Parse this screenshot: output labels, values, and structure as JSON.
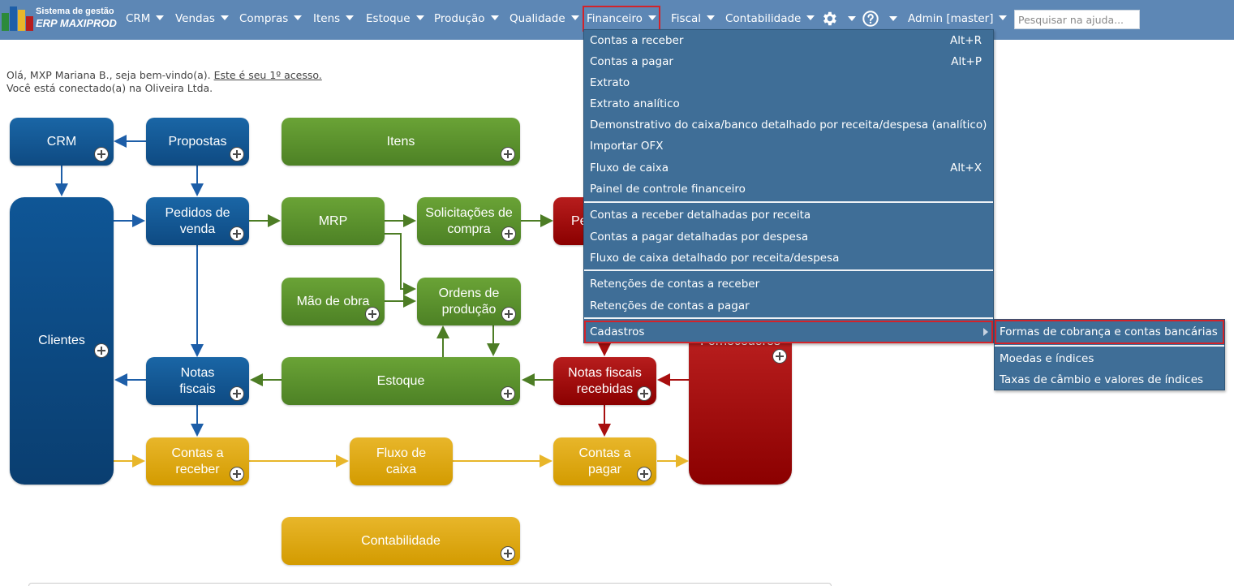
{
  "app": {
    "logo_line1": "Sistema de gestão",
    "logo_line2": "ERP MAXIPROD"
  },
  "topnav": {
    "items": [
      {
        "label": "CRM"
      },
      {
        "label": "Vendas"
      },
      {
        "label": "Compras"
      },
      {
        "label": "Itens"
      },
      {
        "label": "Estoque"
      },
      {
        "label": "Produção"
      },
      {
        "label": "Qualidade"
      },
      {
        "label": "Financeiro",
        "active": true
      },
      {
        "label": "Fiscal"
      },
      {
        "label": "Contabilidade"
      },
      {
        "label": "Admin [master]"
      }
    ],
    "settings_icon": "gear-icon",
    "help_icon": "help-icon",
    "search_placeholder": "Pesquisar na ajuda..."
  },
  "welcome": {
    "line1_prefix": "Olá, MXP Mariana B., seja bem-vindo(a). ",
    "line1_link": "Este é seu 1º acesso.",
    "line2": "Você está conectado(a) na Oliveira Ltda."
  },
  "diagram": {
    "crm": "CRM",
    "propostas": "Propostas",
    "itens": "Itens",
    "clientes": "Clientes",
    "pedidos_venda": "Pedidos de\nvenda",
    "mrp": "MRP",
    "solicitacoes_compra": "Solicitações de\ncompra",
    "pedidos_compra": "Pe...",
    "mao_de_obra": "Mão de obra",
    "ordens_producao": "Ordens de\nprodução",
    "notas_fiscais": "Notas\nfiscais",
    "estoque": "Estoque",
    "notas_fiscais_recebidas": "Notas fiscais\nrecebidas",
    "fornecedores": "Fornecedores",
    "contas_receber": "Contas a\nreceber",
    "fluxo_caixa": "Fluxo de\ncaixa",
    "contas_pagar": "Contas a\npagar",
    "contabilidade": "Contabilidade"
  },
  "dropdown": {
    "items": [
      {
        "label": "Contas a receber",
        "shortcut": "Alt+R"
      },
      {
        "label": "Contas a pagar",
        "shortcut": "Alt+P"
      },
      {
        "label": "Extrato",
        "shortcut": ""
      },
      {
        "label": "Extrato analítico",
        "shortcut": ""
      },
      {
        "label": "Demonstrativo do caixa/banco detalhado por receita/despesa (analítico)",
        "shortcut": ""
      },
      {
        "label": "Importar OFX",
        "shortcut": ""
      },
      {
        "label": "Fluxo de caixa",
        "shortcut": "Alt+X"
      },
      {
        "label": "Painel de controle financeiro",
        "shortcut": ""
      },
      {
        "label": "Contas a receber detalhadas por receita",
        "shortcut": ""
      },
      {
        "label": "Contas a pagar detalhadas por despesa",
        "shortcut": ""
      },
      {
        "label": "Fluxo de caixa detalhado por receita/despesa",
        "shortcut": ""
      },
      {
        "label": "Retenções de contas a receber",
        "shortcut": ""
      },
      {
        "label": "Retenções de contas a pagar",
        "shortcut": ""
      },
      {
        "label": "Cadastros",
        "shortcut": ""
      }
    ]
  },
  "submenu": {
    "items": [
      {
        "label": "Formas de cobrança e contas bancárias"
      },
      {
        "label": "Moedas e índices"
      },
      {
        "label": "Taxas de câmbio e valores de índices"
      }
    ]
  },
  "colors": {
    "topbar": "#5d87b5",
    "dropdown": "#3f6e97",
    "highlight": "#d2232a",
    "blue_node": "#0e4a82",
    "green_node": "#5a9030",
    "red_node": "#a00000",
    "gold_node": "#e0aa10"
  }
}
